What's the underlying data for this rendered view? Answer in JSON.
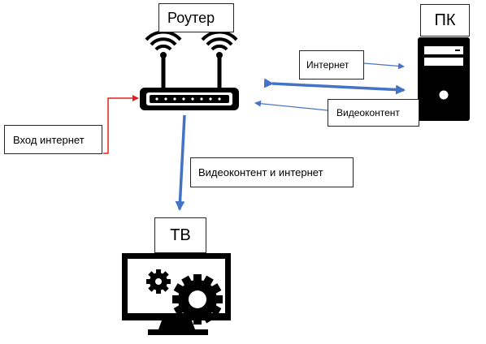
{
  "labels": {
    "router": "Роутер",
    "pc": "ПК",
    "tv": "ТВ",
    "input": "Вход интернет",
    "internet": "Интернет",
    "video": "Видеоконтент",
    "video_and_internet": "Видеоконтент и интернет"
  },
  "colors": {
    "device": "#000000",
    "link_main": "#4472c4",
    "link_thin": "#4a74c4",
    "input_line": "#e02020",
    "label_border": "#262626"
  },
  "icons": {
    "router": "wifi-router-icon",
    "pc": "desktop-tower-icon",
    "tv": "monitor-gears-icon"
  }
}
